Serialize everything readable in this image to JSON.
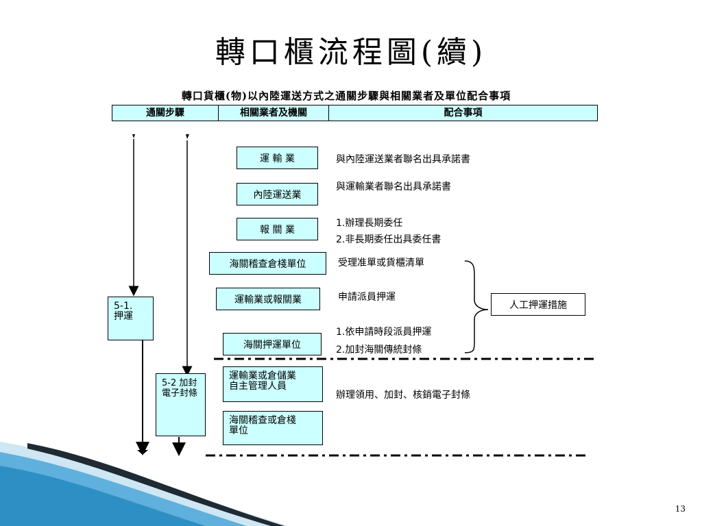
{
  "slide": {
    "title": "轉口櫃流程圖(續)",
    "page_number": "13"
  },
  "table": {
    "title": "轉口貨櫃(物)以內陸運送方式之通關步驟與相關業者及單位配合事項",
    "headers": {
      "step": "通關步驟",
      "parties": "相關業者及機關",
      "items": "配合事項"
    }
  },
  "steps": {
    "step1": "5-1.\n押運",
    "step2": "5-2 加封\n電子封條"
  },
  "parties": [
    "運 輸 業",
    "內陸運送業",
    "報 關 業",
    "海關稽查倉棧單位",
    "運輸業或報關業",
    "海關押運單位",
    "運輸業或倉儲業\n自主管理人員",
    "海關稽查或倉棧\n單位"
  ],
  "items": {
    "transport": "與內陸運送業者聯名出具承諾書",
    "inland": "與運輸業者聯名出具承諾書",
    "broker_1": "1.辦理長期委任",
    "broker_2": "2.非長期委任出具委任書",
    "inspection": "受理准單或貨櫃清單",
    "request": "申請派員押運",
    "escort_1": "1.依申請時段派員押運",
    "escort_2": "2.加封海關傳統封條",
    "seal": "辦理領用、加封、核銷電子封條"
  },
  "bracket_label": "人工押運措施",
  "colors": {
    "accent_cyan": "#ccffff",
    "border": "#000000",
    "wave_dark": "#1f2a33",
    "wave_blue": "#2e8fc4"
  }
}
